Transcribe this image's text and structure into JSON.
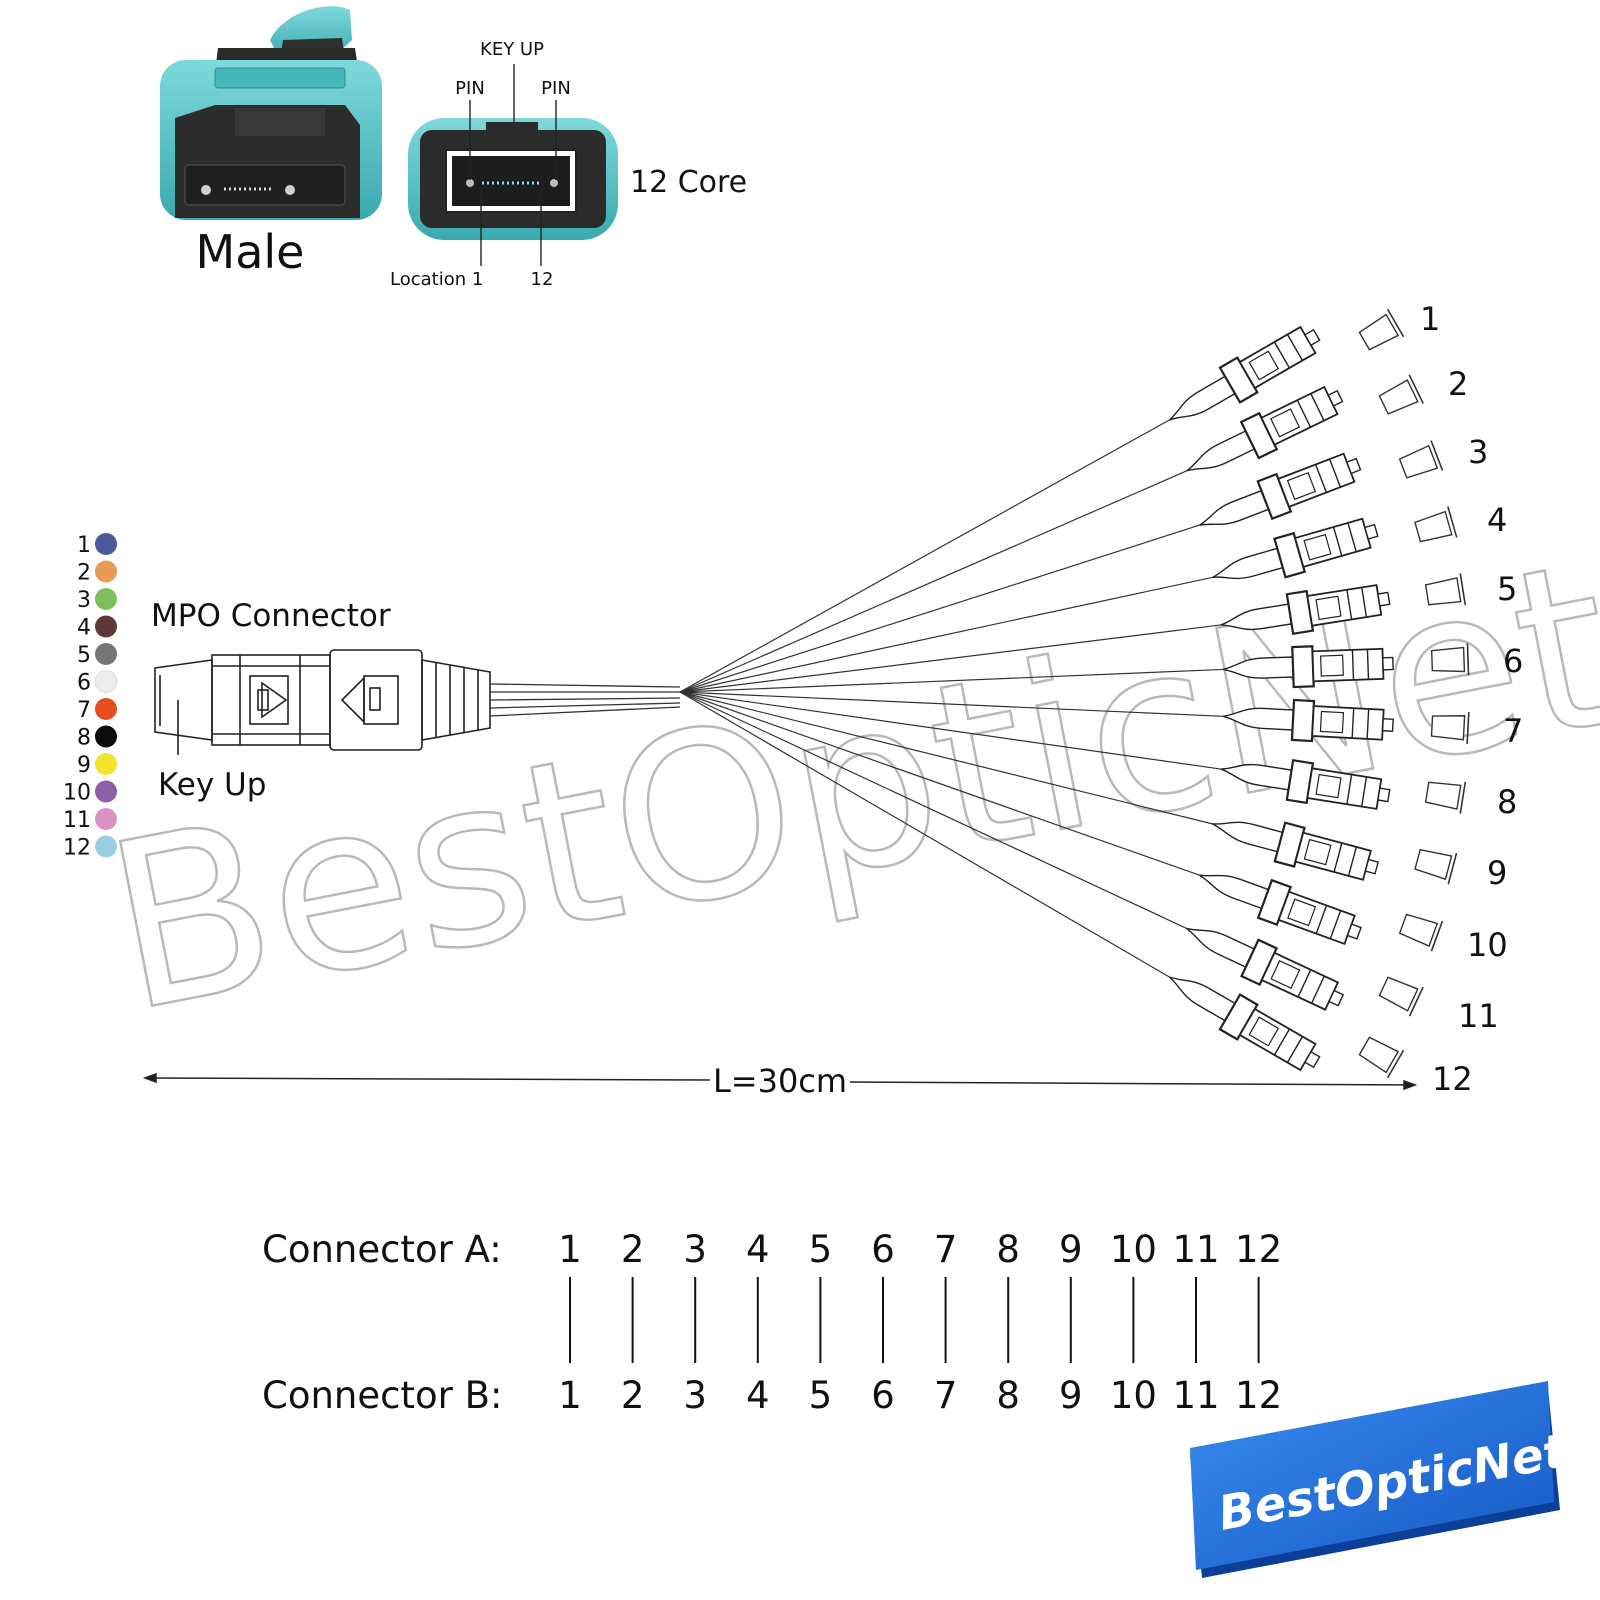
{
  "top": {
    "male_label": "Male",
    "key_up": "KEY UP",
    "pin_left": "PIN",
    "pin_right": "PIN",
    "core_label": "12 Core",
    "location_1": "Location 1",
    "location_12": "12"
  },
  "mpo": {
    "title": "MPO Connector",
    "key_up": "Key Up"
  },
  "legend": [
    {
      "num": "1",
      "color": "#4a5a9c"
    },
    {
      "num": "2",
      "color": "#e99a55"
    },
    {
      "num": "3",
      "color": "#7dbf5d"
    },
    {
      "num": "4",
      "color": "#5e3838"
    },
    {
      "num": "5",
      "color": "#767676"
    },
    {
      "num": "6",
      "color": "#ececec"
    },
    {
      "num": "7",
      "color": "#e74e1e"
    },
    {
      "num": "8",
      "color": "#0b0b0b"
    },
    {
      "num": "9",
      "color": "#f2e22a"
    },
    {
      "num": "10",
      "color": "#8a5fa8"
    },
    {
      "num": "11",
      "color": "#d993c2"
    },
    {
      "num": "12",
      "color": "#99cfe1"
    }
  ],
  "fan_labels": [
    "1",
    "2",
    "3",
    "4",
    "5",
    "6",
    "7",
    "8",
    "9",
    "10",
    "11",
    "12"
  ],
  "length_label": "L=30cm",
  "watermark": "BestOpticNet",
  "mapping": {
    "a_label": "Connector A:",
    "b_label": "Connector B:",
    "a": [
      "1",
      "2",
      "3",
      "4",
      "5",
      "6",
      "7",
      "8",
      "9",
      "10",
      "11",
      "12"
    ],
    "b": [
      "1",
      "2",
      "3",
      "4",
      "5",
      "6",
      "7",
      "8",
      "9",
      "10",
      "11",
      "12"
    ]
  },
  "badge": "BestOpticNet",
  "colors": {
    "aqua": "#5fc9cd",
    "aqua_dark": "#3aa9ae",
    "connector_dark": "#2b2b2b",
    "badge_blue": "#1f6fd8"
  }
}
